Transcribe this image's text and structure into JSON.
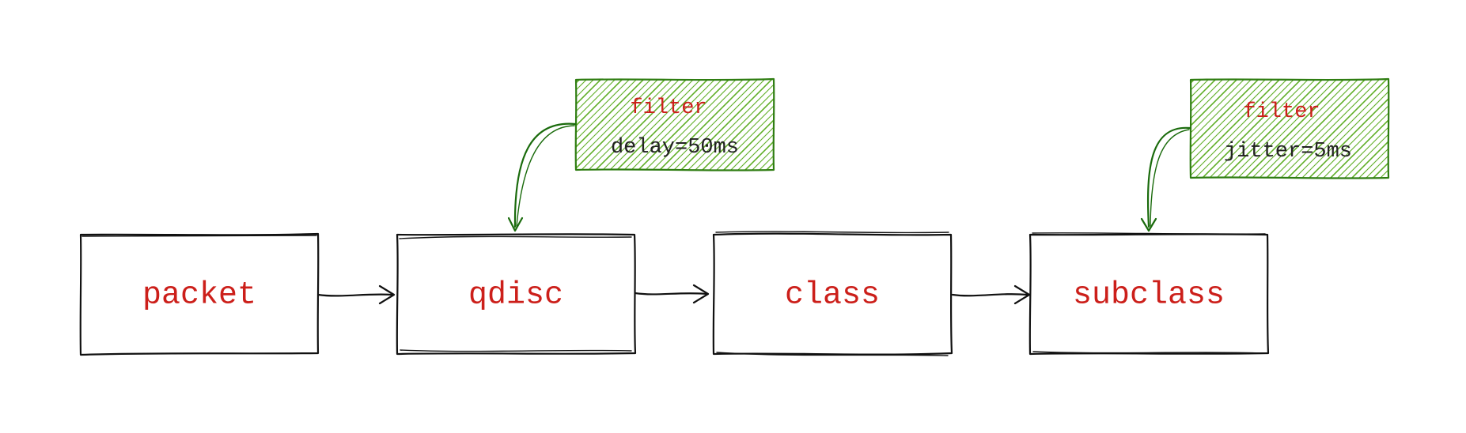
{
  "colors": {
    "label_red": "#cc1f1a",
    "value_dark": "#222222",
    "stroke_black": "#111111",
    "filter_green": "#2f7d12",
    "filter_hatch": "#5fae26",
    "connector_green": "#1a6b0c"
  },
  "nodes": [
    {
      "id": "packet",
      "label": "packet"
    },
    {
      "id": "qdisc",
      "label": "qdisc"
    },
    {
      "id": "class",
      "label": "class"
    },
    {
      "id": "subclass",
      "label": "subclass"
    }
  ],
  "filters": [
    {
      "id": "filter-qdisc",
      "title": "filter",
      "value": "delay=50ms",
      "target": "qdisc"
    },
    {
      "id": "filter-subclass",
      "title": "filter",
      "value": "jitter=5ms",
      "target": "subclass"
    }
  ],
  "edges": [
    {
      "from": "packet",
      "to": "qdisc"
    },
    {
      "from": "qdisc",
      "to": "class"
    },
    {
      "from": "class",
      "to": "subclass"
    }
  ]
}
